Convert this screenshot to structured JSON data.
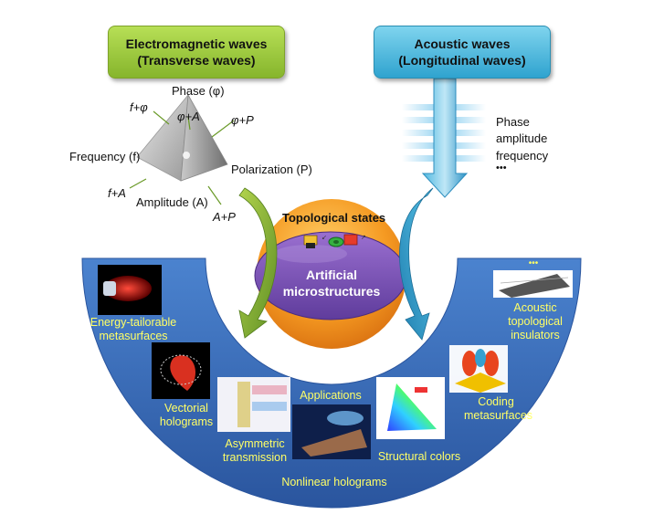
{
  "header_em": {
    "line1": "Electromagnetic waves",
    "line2": "(Transverse waves)",
    "color": "#9acd3e"
  },
  "header_ac": {
    "line1": "Acoustic waves",
    "line2": "(Longitudinal waves)",
    "color": "#45b6dc"
  },
  "em_labels": {
    "phase": "Phase (φ)",
    "frequency": "Frequency (f)",
    "amplitude": "Amplitude (A)",
    "polarization": "Polarization (P)",
    "f_phi": "f+φ",
    "phi_a": "φ+A",
    "phi_p": "φ+P",
    "f_a": "f+A",
    "a_p": "A+P"
  },
  "acoustic_labels": {
    "phase": "Phase",
    "amplitude": "amplitude",
    "frequency": "frequency",
    "more": "•••"
  },
  "center": {
    "topological": "Topological states",
    "line1": "Artificial",
    "line2": "microstructures"
  },
  "applications": {
    "energy": [
      "Energy-tailorable",
      "metasurfaces"
    ],
    "vectorial": [
      "Vectorial",
      "holograms"
    ],
    "asymmetric": [
      "Asymmetric",
      "transmission"
    ],
    "applications": "Applications",
    "nonlinear": "Nonlinear holograms",
    "structural": "Structural colors",
    "coding": [
      "Coding",
      "metasurfaces"
    ],
    "acoustic_topo": [
      "Acoustic",
      "topological",
      "insulators"
    ],
    "dots": "•••"
  },
  "colors": {
    "bowl": "#3a6fc0",
    "orange": "#f39222",
    "purple": "#7a4fb7",
    "label_yellow": "#ffff66"
  }
}
